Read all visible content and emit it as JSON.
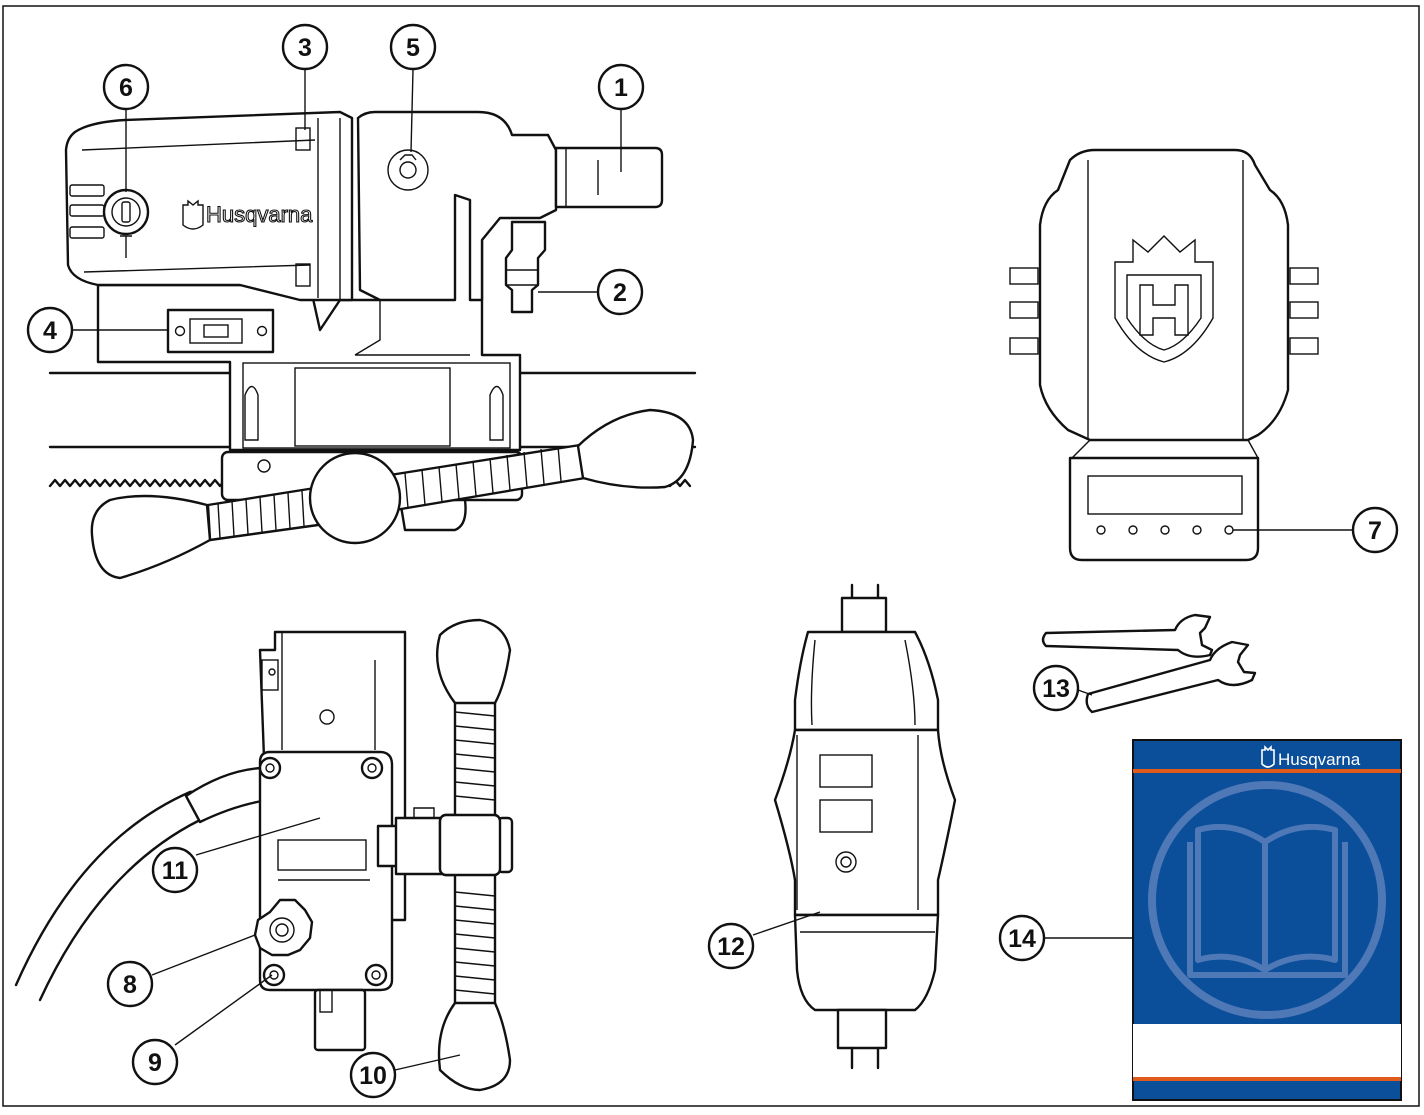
{
  "brand": {
    "logo_text": "Husqvarna",
    "manual_logo_text": "Husqvarna",
    "manual_colors": {
      "cover": "#0b4e9a",
      "stripe": "#e05a1c",
      "emblem": "#4f78b7"
    }
  },
  "callouts": [
    {
      "n": "1"
    },
    {
      "n": "2"
    },
    {
      "n": "3"
    },
    {
      "n": "4"
    },
    {
      "n": "5"
    },
    {
      "n": "6"
    },
    {
      "n": "7"
    },
    {
      "n": "8"
    },
    {
      "n": "9"
    },
    {
      "n": "10"
    },
    {
      "n": "11"
    },
    {
      "n": "12"
    },
    {
      "n": "13"
    },
    {
      "n": "14"
    }
  ],
  "icons": [
    "husqvarna-logo-icon",
    "husqvarna-crown-icon",
    "open-book-icon"
  ]
}
